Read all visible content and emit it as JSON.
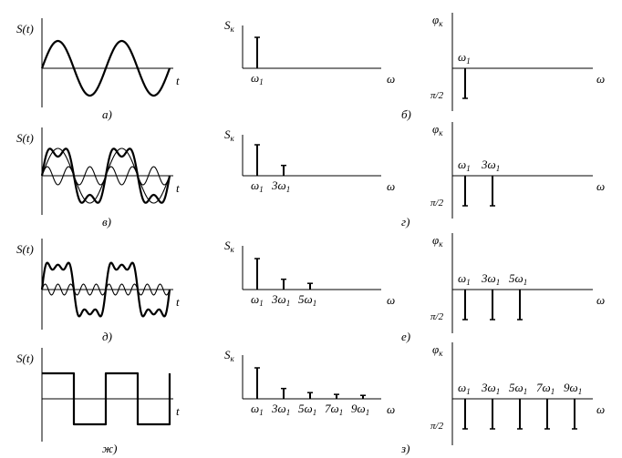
{
  "rows": [
    {
      "time_label": "S(t)",
      "t_label": "t",
      "letter_left": "а)",
      "amp_label": "S",
      "amp_sub": "к",
      "omega_label": "ω",
      "letter_mid": "б)",
      "phase_label": "φ",
      "phase_sub": "к",
      "pi_label": "π/2",
      "omega_label_right": "ω",
      "harmonics": [
        1
      ],
      "amplitudes": [
        1.0
      ],
      "waveform": "fundamental",
      "partials": [],
      "spike_labels": [
        {
          "coef": "",
          "omega": "ω",
          "sub": "1"
        }
      ],
      "phase_spike_labels": [
        {
          "coef": "",
          "omega": "ω",
          "sub": "1"
        }
      ]
    },
    {
      "time_label": "S(t)",
      "t_label": "t",
      "letter_left": "в)",
      "amp_label": "S",
      "amp_sub": "к",
      "omega_label": "ω",
      "letter_mid": "г)",
      "phase_label": "φ",
      "phase_sub": "к",
      "pi_label": "π/2",
      "omega_label_right": "ω",
      "harmonics": [
        1,
        3
      ],
      "amplitudes": [
        1.0,
        0.333
      ],
      "waveform": "sum",
      "partials": [
        1,
        3
      ],
      "spike_labels": [
        {
          "coef": "",
          "omega": "ω",
          "sub": "1"
        },
        {
          "coef": "3",
          "omega": "ω",
          "sub": "1"
        }
      ],
      "phase_spike_labels": [
        {
          "coef": "",
          "omega": "ω",
          "sub": "1"
        },
        {
          "coef": "3",
          "omega": "ω",
          "sub": "1"
        }
      ]
    },
    {
      "time_label": "S(t)",
      "t_label": "t",
      "letter_left": "д)",
      "amp_label": "S",
      "amp_sub": "к",
      "omega_label": "ω",
      "letter_mid": "е)",
      "phase_label": "φ",
      "phase_sub": "к",
      "pi_label": "π/2",
      "omega_label_right": "ω",
      "harmonics": [
        1,
        3,
        5
      ],
      "amplitudes": [
        1.0,
        0.333,
        0.2
      ],
      "waveform": "sum",
      "partials": [
        5
      ],
      "spike_labels": [
        {
          "coef": "",
          "omega": "ω",
          "sub": "1"
        },
        {
          "coef": "3",
          "omega": "ω",
          "sub": "1"
        },
        {
          "coef": "5",
          "omega": "ω",
          "sub": "1"
        }
      ],
      "phase_spike_labels": [
        {
          "coef": "",
          "omega": "ω",
          "sub": "1"
        },
        {
          "coef": "3",
          "omega": "ω",
          "sub": "1"
        },
        {
          "coef": "5",
          "omega": "ω",
          "sub": "1"
        }
      ]
    },
    {
      "time_label": "S(t)",
      "t_label": "t",
      "letter_left": "ж)",
      "amp_label": "S",
      "amp_sub": "к",
      "omega_label": "ω",
      "letter_mid": "з)",
      "phase_label": "φ",
      "phase_sub": "к",
      "pi_label": "π/2",
      "omega_label_right": "ω",
      "harmonics": [
        1,
        3,
        5,
        7,
        9
      ],
      "amplitudes": [
        1.0,
        0.333,
        0.2,
        0.143,
        0.111
      ],
      "waveform": "square",
      "partials": [],
      "spike_labels": [
        {
          "coef": "",
          "omega": "ω",
          "sub": "1"
        },
        {
          "coef": "3",
          "omega": "ω",
          "sub": "1"
        },
        {
          "coef": "5",
          "omega": "ω",
          "sub": "1"
        },
        {
          "coef": "7",
          "omega": "ω",
          "sub": "1"
        },
        {
          "coef": "9",
          "omega": "ω",
          "sub": "1"
        }
      ],
      "phase_spike_labels": [
        {
          "coef": "",
          "omega": "ω",
          "sub": "1"
        },
        {
          "coef": "3",
          "omega": "ω",
          "sub": "1"
        },
        {
          "coef": "5",
          "omega": "ω",
          "sub": "1"
        },
        {
          "coef": "7",
          "omega": "ω",
          "sub": "1"
        },
        {
          "coef": "9",
          "omega": "ω",
          "sub": "1"
        }
      ]
    }
  ],
  "phase_value": -1.5708
}
